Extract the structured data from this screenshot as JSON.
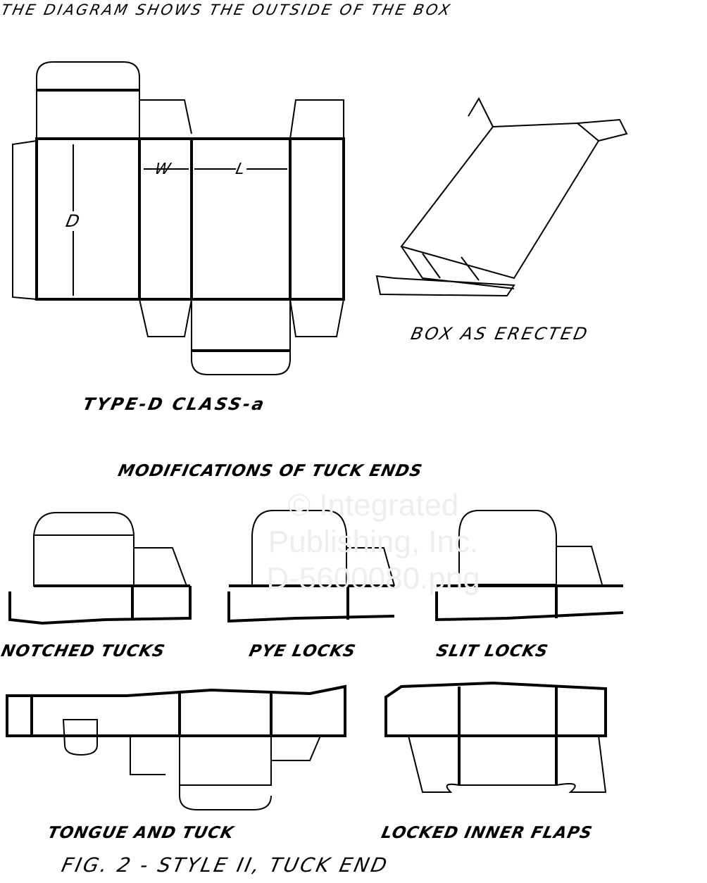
{
  "header": "THE DIAGRAM SHOWS THE OUTSIDE OF THE BOX",
  "main_diagram": {
    "label": "TYPE-D CLASS-a",
    "dims": {
      "w": "W",
      "l": "L",
      "d": "D"
    }
  },
  "erected_label": "BOX AS ERECTED",
  "section_title": "MODIFICATIONS OF TUCK ENDS",
  "variants": [
    "NOTCHED TUCKS",
    "PYE LOCKS",
    "SLIT LOCKS",
    "TONGUE AND TUCK",
    "LOCKED INNER FLAPS"
  ],
  "caption": "FIG. 2 - STYLE II, TUCK END",
  "watermark": [
    "© Integrated",
    "Publishing, Inc.",
    "D-5600080.png"
  ]
}
